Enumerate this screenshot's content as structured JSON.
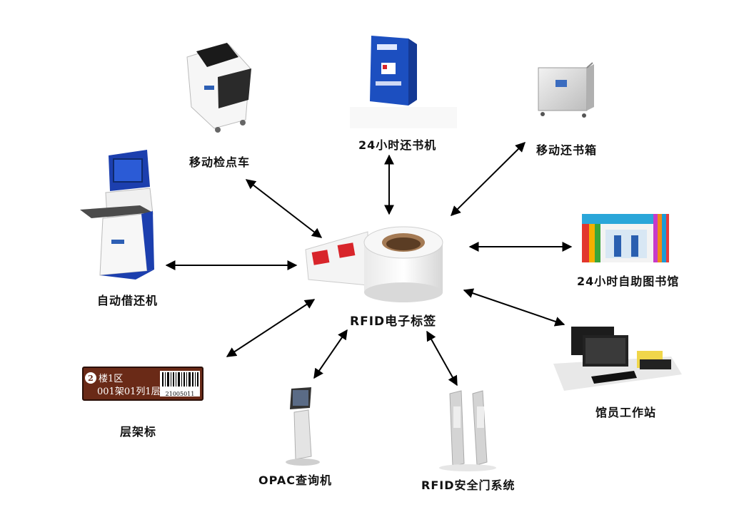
{
  "center": {
    "label": "RFID电子标签"
  },
  "nodes": [
    {
      "id": "mobile-inventory-cart",
      "label": "移动检点车",
      "icon": "inventory-cart-icon"
    },
    {
      "id": "book-return-24h",
      "label": "24小时还书机",
      "icon": "book-drop-machine-icon"
    },
    {
      "id": "mobile-return-box",
      "label": "移动还书箱",
      "icon": "return-box-cart-icon"
    },
    {
      "id": "self-service-library",
      "label": "24小时自助图书馆",
      "icon": "self-service-library-icon"
    },
    {
      "id": "staff-workstation",
      "label": "馆员工作站",
      "icon": "workstation-icon"
    },
    {
      "id": "security-gate",
      "label": "RFID安全门系统",
      "icon": "security-gate-icon"
    },
    {
      "id": "opac-kiosk",
      "label": "OPAC查询机",
      "icon": "opac-kiosk-icon"
    },
    {
      "id": "shelf-label",
      "label": "层架标",
      "icon": "shelf-label-icon"
    },
    {
      "id": "self-checkout",
      "label": "自动借还机",
      "icon": "self-checkout-kiosk-icon"
    }
  ],
  "shelf_tag": {
    "number": "2",
    "line1": "楼1区",
    "line2": "001架01列1层",
    "barcode": "21005011"
  },
  "colors": {
    "kiosk_blue": "#1c3fae",
    "tag_red": "#d8252b",
    "shelf_tag_brown": "#6a2a17",
    "arrow": "#000000"
  }
}
